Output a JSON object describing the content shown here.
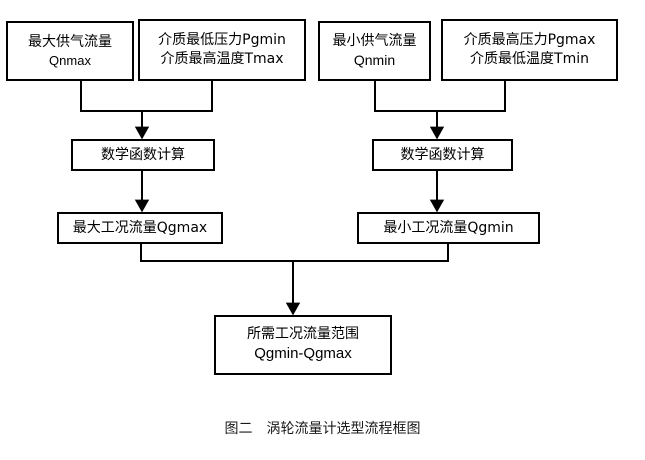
{
  "figure": {
    "caption_label": "图二",
    "caption_text": "涡轮流量计选型流程框图",
    "caption_full": "图二　涡轮流量计选型流程框图",
    "background_color": "#ffffff",
    "line_color": "#000000",
    "text_color": "#000000"
  },
  "nodes": {
    "max_supply_flow": {
      "line1": "最大供气流量",
      "line2": "Qnmax"
    },
    "media_min_pressure": {
      "line1": "介质最低压力Pgmin",
      "line2": "介质最高温度Tmax"
    },
    "min_supply_flow": {
      "line1": "最小供气流量",
      "line2": "Qnmin"
    },
    "media_max_pressure": {
      "line1": "介质最高压力Pgmax",
      "line2": "介质最低温度Tmin"
    },
    "math_calc_left": {
      "line1": "数学函数计算"
    },
    "math_calc_right": {
      "line1": "数学函数计算"
    },
    "max_working_flow": {
      "line1": "最大工况流量Qgmax"
    },
    "min_working_flow": {
      "line1": "最小工况流量Qgmin"
    },
    "required_range": {
      "line1": "所需工况流量范围",
      "line2": "Qgmin-Qgmax"
    }
  },
  "chart_data": {
    "type": "diagram",
    "title": "图二　涡轮流量计选型流程框图",
    "diagram_kind": "flowchart",
    "orientation": "top-to-bottom",
    "nodes": [
      {
        "id": "max_supply_flow",
        "label": "最大供气流量 Qnmax",
        "level": 1,
        "branch": "left"
      },
      {
        "id": "media_min_pressure",
        "label": "介质最低压力Pgmin 介质最高温度Tmax",
        "level": 1,
        "branch": "left"
      },
      {
        "id": "min_supply_flow",
        "label": "最小供气流量 Qnmin",
        "level": 1,
        "branch": "right"
      },
      {
        "id": "media_max_pressure",
        "label": "介质最高压力Pgmax 介质最低温度Tmin",
        "level": 1,
        "branch": "right"
      },
      {
        "id": "math_calc_left",
        "label": "数学函数计算",
        "level": 2,
        "branch": "left"
      },
      {
        "id": "math_calc_right",
        "label": "数学函数计算",
        "level": 2,
        "branch": "right"
      },
      {
        "id": "max_working_flow",
        "label": "最大工况流量Qgmax",
        "level": 3,
        "branch": "left"
      },
      {
        "id": "min_working_flow",
        "label": "最小工况流量Qgmin",
        "level": 3,
        "branch": "right"
      },
      {
        "id": "required_range",
        "label": "所需工况流量范围 Qgmin-Qgmax",
        "level": 4,
        "branch": "center"
      }
    ],
    "edges": [
      {
        "from": "max_supply_flow",
        "to": "math_calc_left",
        "arrow": true
      },
      {
        "from": "media_min_pressure",
        "to": "math_calc_left",
        "arrow": true
      },
      {
        "from": "min_supply_flow",
        "to": "math_calc_right",
        "arrow": true
      },
      {
        "from": "media_max_pressure",
        "to": "math_calc_right",
        "arrow": true
      },
      {
        "from": "math_calc_left",
        "to": "max_working_flow",
        "arrow": true
      },
      {
        "from": "math_calc_right",
        "to": "min_working_flow",
        "arrow": true
      },
      {
        "from": "max_working_flow",
        "to": "required_range",
        "arrow": true
      },
      {
        "from": "min_working_flow",
        "to": "required_range",
        "arrow": true
      }
    ]
  }
}
